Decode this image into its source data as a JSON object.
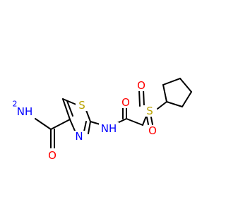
{
  "atoms": {
    "amide_n": "NH",
    "amide_n_h_count": "2",
    "amide_o": "O",
    "ring_n": "N",
    "ring_s": "S",
    "nh_link": "NH",
    "acyl_o": "O",
    "sulfonyl_s": "S",
    "sulfonyl_o_top": "O",
    "sulfonyl_o_bottom": "O"
  },
  "colors": {
    "bond": "#000000",
    "nitrogen": "#0000ff",
    "oxygen": "#ff0000",
    "sulfur": "#b8a200",
    "background": "#ffffff"
  }
}
